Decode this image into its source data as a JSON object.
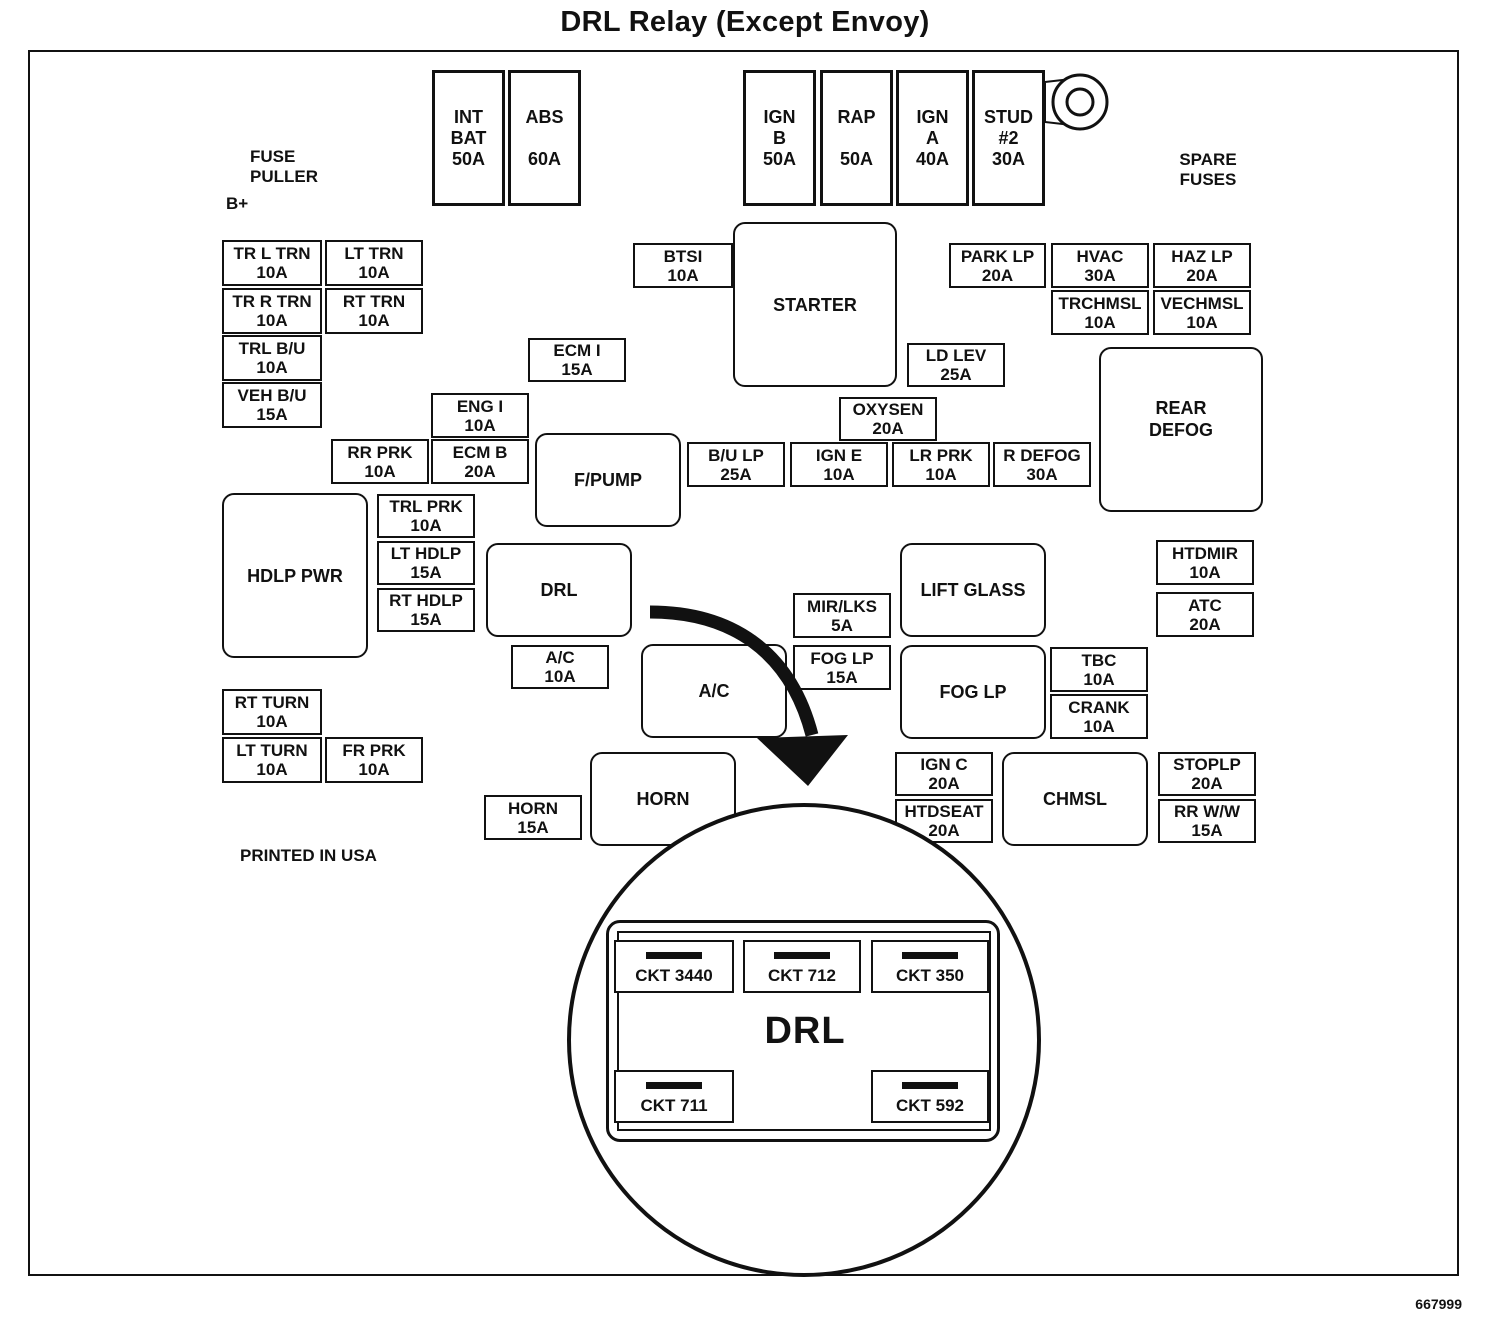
{
  "title": "DRL Relay (Except Envoy)",
  "labels": {
    "fuse_puller": [
      "FUSE",
      "PULLER"
    ],
    "b_plus": "B+",
    "spare_fuses": [
      "SPARE",
      "FUSES"
    ],
    "printed": "PRINTED IN USA",
    "doc_number": "667999"
  },
  "maxi_fuses": [
    {
      "lines": [
        "INT",
        "BAT",
        "50A"
      ]
    },
    {
      "lines": [
        "ABS",
        "",
        "60A"
      ]
    },
    {
      "lines": [
        "IGN",
        "B",
        "50A"
      ]
    },
    {
      "lines": [
        "RAP",
        "",
        "50A"
      ]
    },
    {
      "lines": [
        "IGN",
        "A",
        "40A"
      ]
    },
    {
      "lines": [
        "STUD",
        "#2",
        "30A"
      ]
    }
  ],
  "fuses": [
    {
      "name": "TR L TRN",
      "rating": "10A"
    },
    {
      "name": "LT TRN",
      "rating": "10A"
    },
    {
      "name": "TR R TRN",
      "rating": "10A"
    },
    {
      "name": "RT TRN",
      "rating": "10A"
    },
    {
      "name": "TRL B/U",
      "rating": "10A"
    },
    {
      "name": "VEH B/U",
      "rating": "15A"
    },
    {
      "name": "BTSI",
      "rating": "10A"
    },
    {
      "name": "ECM I",
      "rating": "15A"
    },
    {
      "name": "ENG I",
      "rating": "10A"
    },
    {
      "name": "RR PRK",
      "rating": "10A"
    },
    {
      "name": "ECM B",
      "rating": "20A"
    },
    {
      "name": "TRL PRK",
      "rating": "10A"
    },
    {
      "name": "LT HDLP",
      "rating": "15A"
    },
    {
      "name": "RT HDLP",
      "rating": "15A"
    },
    {
      "name": "A/C",
      "rating": "10A"
    },
    {
      "name": "RT TURN",
      "rating": "10A"
    },
    {
      "name": "LT TURN",
      "rating": "10A"
    },
    {
      "name": "FR PRK",
      "rating": "10A"
    },
    {
      "name": "HORN",
      "rating": "15A"
    },
    {
      "name": "PARK LP",
      "rating": "20A"
    },
    {
      "name": "HVAC",
      "rating": "30A"
    },
    {
      "name": "HAZ LP",
      "rating": "20A"
    },
    {
      "name": "TRCHMSL",
      "rating": "10A"
    },
    {
      "name": "VECHMSL",
      "rating": "10A"
    },
    {
      "name": "LD LEV",
      "rating": "25A"
    },
    {
      "name": "OXYSEN",
      "rating": "20A"
    },
    {
      "name": "B/U LP",
      "rating": "25A"
    },
    {
      "name": "IGN E",
      "rating": "10A"
    },
    {
      "name": "LR PRK",
      "rating": "10A"
    },
    {
      "name": "R DEFOG",
      "rating": "30A"
    },
    {
      "name": "MIR/LKS",
      "rating": "5A"
    },
    {
      "name": "FOG LP",
      "rating": "15A"
    },
    {
      "name": "HTDMIR",
      "rating": "10A"
    },
    {
      "name": "ATC",
      "rating": "20A"
    },
    {
      "name": "TBC",
      "rating": "10A"
    },
    {
      "name": "CRANK",
      "rating": "10A"
    },
    {
      "name": "IGN C",
      "rating": "20A"
    },
    {
      "name": "HTDSEAT",
      "rating": "20A"
    },
    {
      "name": "STOPLP",
      "rating": "20A"
    },
    {
      "name": "RR W/W",
      "rating": "15A"
    }
  ],
  "relays": [
    {
      "lines": [
        "STARTER"
      ]
    },
    {
      "lines": [
        "REAR",
        "DEFOG"
      ]
    },
    {
      "lines": [
        "F/PUMP"
      ]
    },
    {
      "lines": [
        "HDLP PWR"
      ]
    },
    {
      "lines": [
        "DRL"
      ]
    },
    {
      "lines": [
        "LIFT GLASS"
      ]
    },
    {
      "lines": [
        "A/C"
      ]
    },
    {
      "lines": [
        "FOG LP"
      ]
    },
    {
      "lines": [
        "HORN"
      ]
    },
    {
      "lines": [
        "CHMSL"
      ]
    }
  ],
  "drl_detail": {
    "label": "DRL",
    "pins": [
      "CKT 3440",
      "CKT 712",
      "CKT 350",
      "CKT 711",
      "CKT 592"
    ]
  }
}
